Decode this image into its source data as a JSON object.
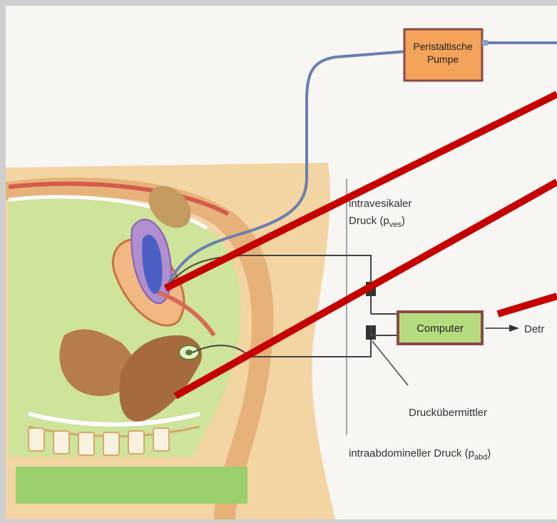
{
  "diagram": {
    "pump_label_line1": "Peristaltische",
    "pump_label_line2": "Pumpe",
    "computer_label": "Computer",
    "output_label": "Detr",
    "ves_label_line1": "intravesikaler",
    "ves_label_line2_prefix": "Druck (p",
    "ves_label_sub": "ves",
    "ves_label_suffix": ")",
    "transducer_label": "Druckübermittler",
    "abd_label_prefix": "intraabdomineller Druck (p",
    "abd_label_sub": "abd",
    "abd_label_suffix": ")"
  },
  "colors": {
    "pump_fill": "#f3a35a",
    "computer_fill": "#b6db7f",
    "computer_border": "#8b4a4a",
    "annotation_red": "#c40000",
    "bladder_green": "#cde49a",
    "skin": "#f3d4a3"
  }
}
